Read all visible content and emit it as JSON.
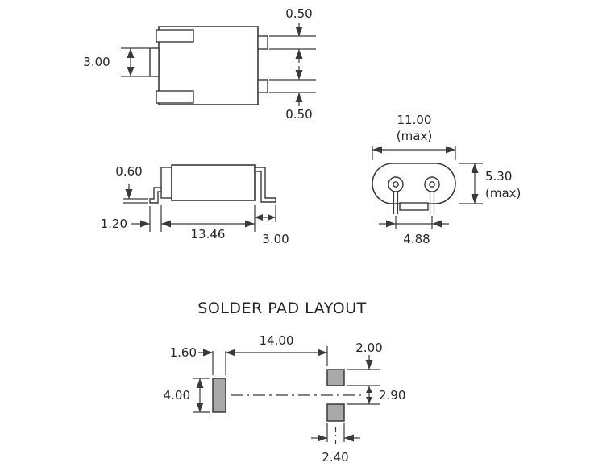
{
  "colors": {
    "line": "#3a3a3a",
    "text": "#262626",
    "pad_fill": "#a9a9a9",
    "background": "#ffffff"
  },
  "figures": {
    "top_view": {
      "dim_height": "3.00",
      "dim_pin_top": "0.50",
      "dim_pin_bottom": "0.50"
    },
    "side_view": {
      "dim_lead_thickness": "0.60",
      "dim_foot_left": "1.20",
      "dim_body_length": "13.46",
      "dim_foot_right": "3.00"
    },
    "end_view": {
      "dim_width": "11.00",
      "dim_width_qual": "(max)",
      "dim_height": "5.30",
      "dim_height_qual": "(max)",
      "dim_lead_spacing": "4.88"
    },
    "pad_layout": {
      "title": "SOLDER PAD LAYOUT",
      "dim_left_pad_width": "1.60",
      "dim_pad_pitch": "14.00",
      "dim_right_pad_height": "2.00",
      "dim_left_pad_height": "4.00",
      "dim_right_pad_gap": "2.90",
      "dim_right_pad_width": "2.40"
    }
  }
}
